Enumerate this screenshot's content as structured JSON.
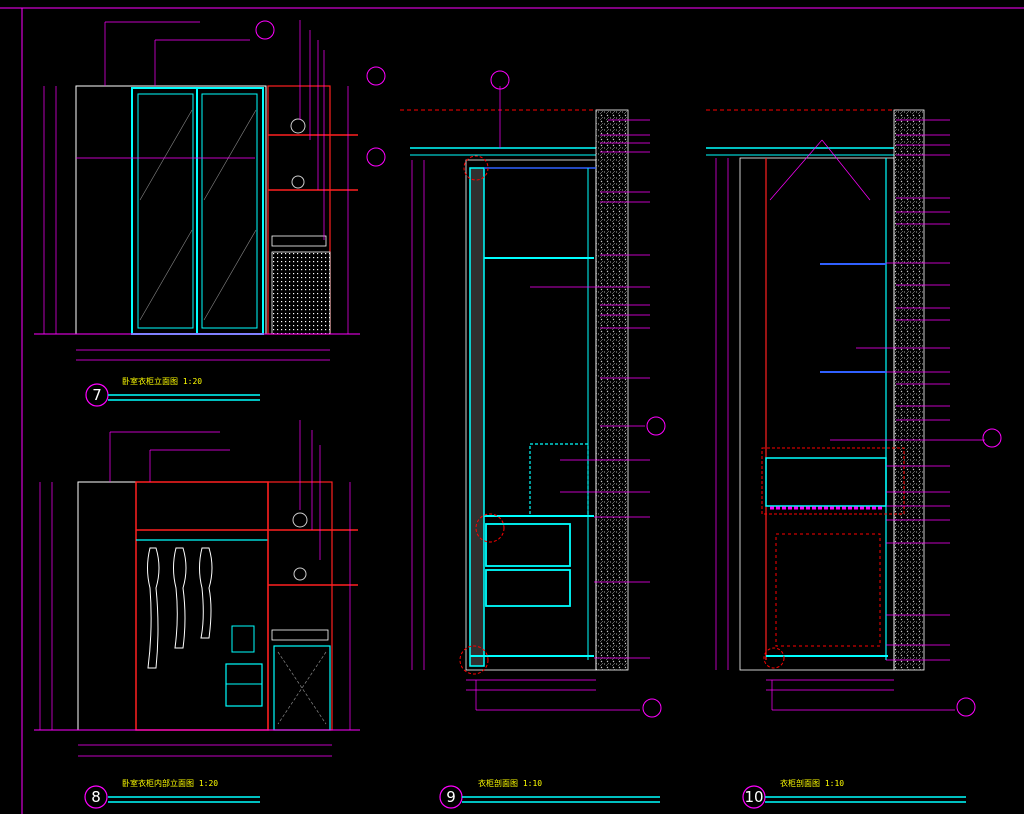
{
  "colors": {
    "background": "#000000",
    "frame": "#ff00ff",
    "cabinet": "#00ffff",
    "wall": "#ff2020",
    "annotation": "#ffff00",
    "dimension": "#ff00ff",
    "hatch": "#c0c0c0",
    "detail_circle": "#ff0000",
    "blue": "#3060ff",
    "white": "#ffffff"
  },
  "drawings": [
    {
      "number": "7",
      "title": "卧室衣柜立面图 1:20"
    },
    {
      "number": "8",
      "title": "卧室衣柜内部立面图 1:20"
    },
    {
      "number": "9",
      "title": "衣柜剖面图 1:10"
    },
    {
      "number": "10",
      "title": "衣柜剖面图 1:10"
    }
  ]
}
